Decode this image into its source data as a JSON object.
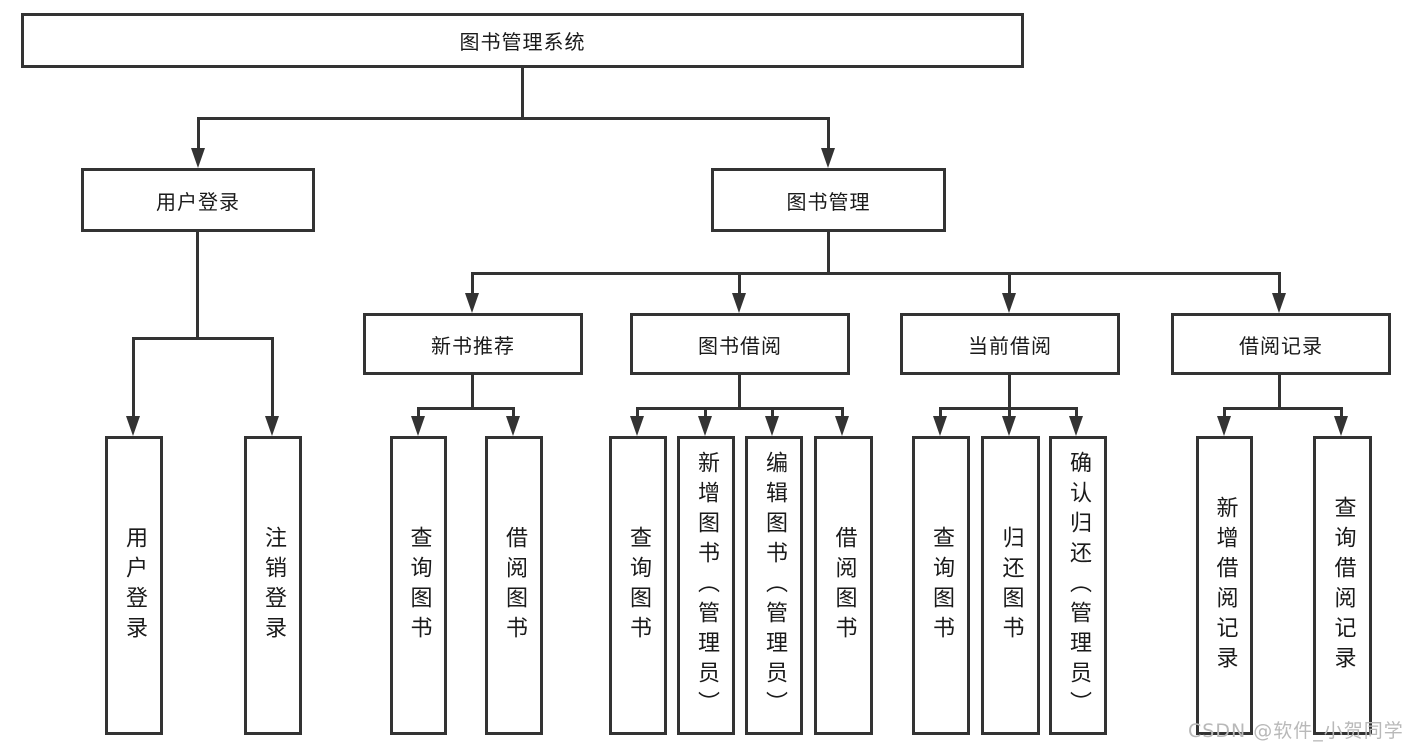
{
  "diagram": {
    "root": {
      "label": "图书管理系统"
    },
    "level2": [
      {
        "label": "用户登录"
      },
      {
        "label": "图书管理"
      }
    ],
    "level3": [
      {
        "label": "新书推荐"
      },
      {
        "label": "图书借阅"
      },
      {
        "label": "当前借阅"
      },
      {
        "label": "借阅记录"
      }
    ],
    "leaves": [
      {
        "label": "用户登录"
      },
      {
        "label": "注销登录"
      },
      {
        "label": "查询图书"
      },
      {
        "label": "借阅图书"
      },
      {
        "label": "查询图书"
      },
      {
        "label": "新增图书（管理员）"
      },
      {
        "label": "编辑图书（管理员）"
      },
      {
        "label": "借阅图书"
      },
      {
        "label": "查询图书"
      },
      {
        "label": "归还图书"
      },
      {
        "label": "确认归还（管理员）"
      },
      {
        "label": "新增借阅记录"
      },
      {
        "label": "查询借阅记录"
      }
    ],
    "watermark": "CSDN @软件_小贺同学",
    "colors": {
      "line": "#333333",
      "text": "#1a1a1a",
      "watermark": "#b9b9b9",
      "background": "#ffffff"
    }
  }
}
